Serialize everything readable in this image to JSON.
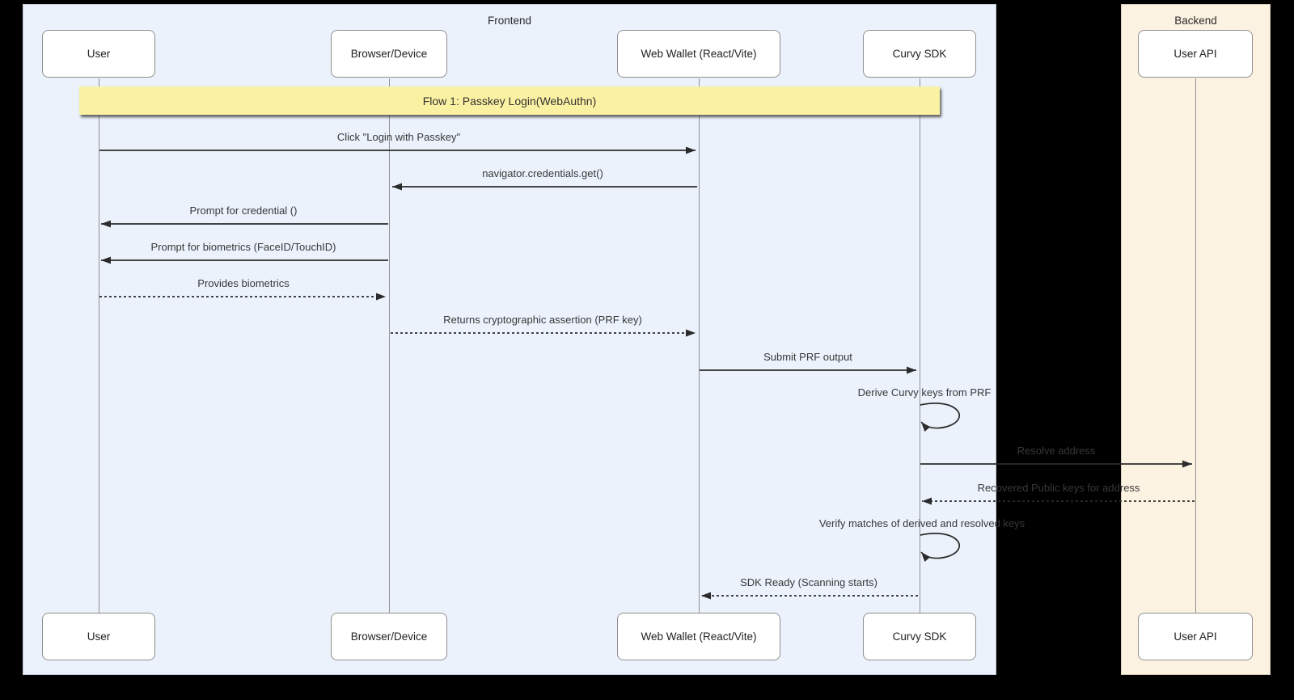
{
  "canvas": {
    "background": "#000000"
  },
  "diagram": {
    "frontend": {
      "label": "Frontend",
      "bg": "#EBF2FC"
    },
    "backend": {
      "label": "Backend",
      "bg": "#FCF2E2"
    },
    "banner": {
      "label": "Flow 1: Passkey Login(WebAuthn)",
      "bg": "#FBF1A2"
    },
    "actors": [
      {
        "label": "User"
      },
      {
        "label": "Browser/Device"
      },
      {
        "label": "Web Wallet (React/Vite)"
      },
      {
        "label": "Curvy SDK"
      },
      {
        "label": "User API"
      }
    ],
    "messages": [
      {
        "label": "Click \"Login with Passkey\"",
        "from": "User",
        "to": "Web Wallet (React/Vite)",
        "line": "solid"
      },
      {
        "label": "navigator.credentials.get()",
        "from": "Web Wallet (React/Vite)",
        "to": "Browser/Device",
        "line": "solid"
      },
      {
        "label": "Prompt for credential ()",
        "from": "Browser/Device",
        "to": "User",
        "line": "solid"
      },
      {
        "label": "Prompt for biometrics (FaceID/TouchID)",
        "from": "Browser/Device",
        "to": "User",
        "line": "solid"
      },
      {
        "label": "Provides biometrics",
        "from": "User",
        "to": "Browser/Device",
        "line": "dashed"
      },
      {
        "label": "Returns cryptographic assertion (PRF key)",
        "from": "Browser/Device",
        "to": "Web Wallet (React/Vite)",
        "line": "dashed"
      },
      {
        "label": "Submit PRF output",
        "from": "Web Wallet (React/Vite)",
        "to": "Curvy SDK",
        "line": "solid"
      },
      {
        "label": "Derive Curvy keys from PRF",
        "from": "Curvy SDK",
        "to": "Curvy SDK",
        "line": "self"
      },
      {
        "label": "Resolve address",
        "from": "Curvy SDK",
        "to": "User API",
        "line": "solid"
      },
      {
        "label": "Recovered Public keys for address",
        "from": "User API",
        "to": "Curvy SDK",
        "line": "dashed"
      },
      {
        "label": "Verify matches of derived and resolved keys",
        "from": "Curvy SDK",
        "to": "Curvy SDK",
        "line": "self"
      },
      {
        "label": "SDK Ready (Scanning starts)",
        "from": "Curvy SDK",
        "to": "Web Wallet (React/Vite)",
        "line": "dashed"
      }
    ]
  }
}
